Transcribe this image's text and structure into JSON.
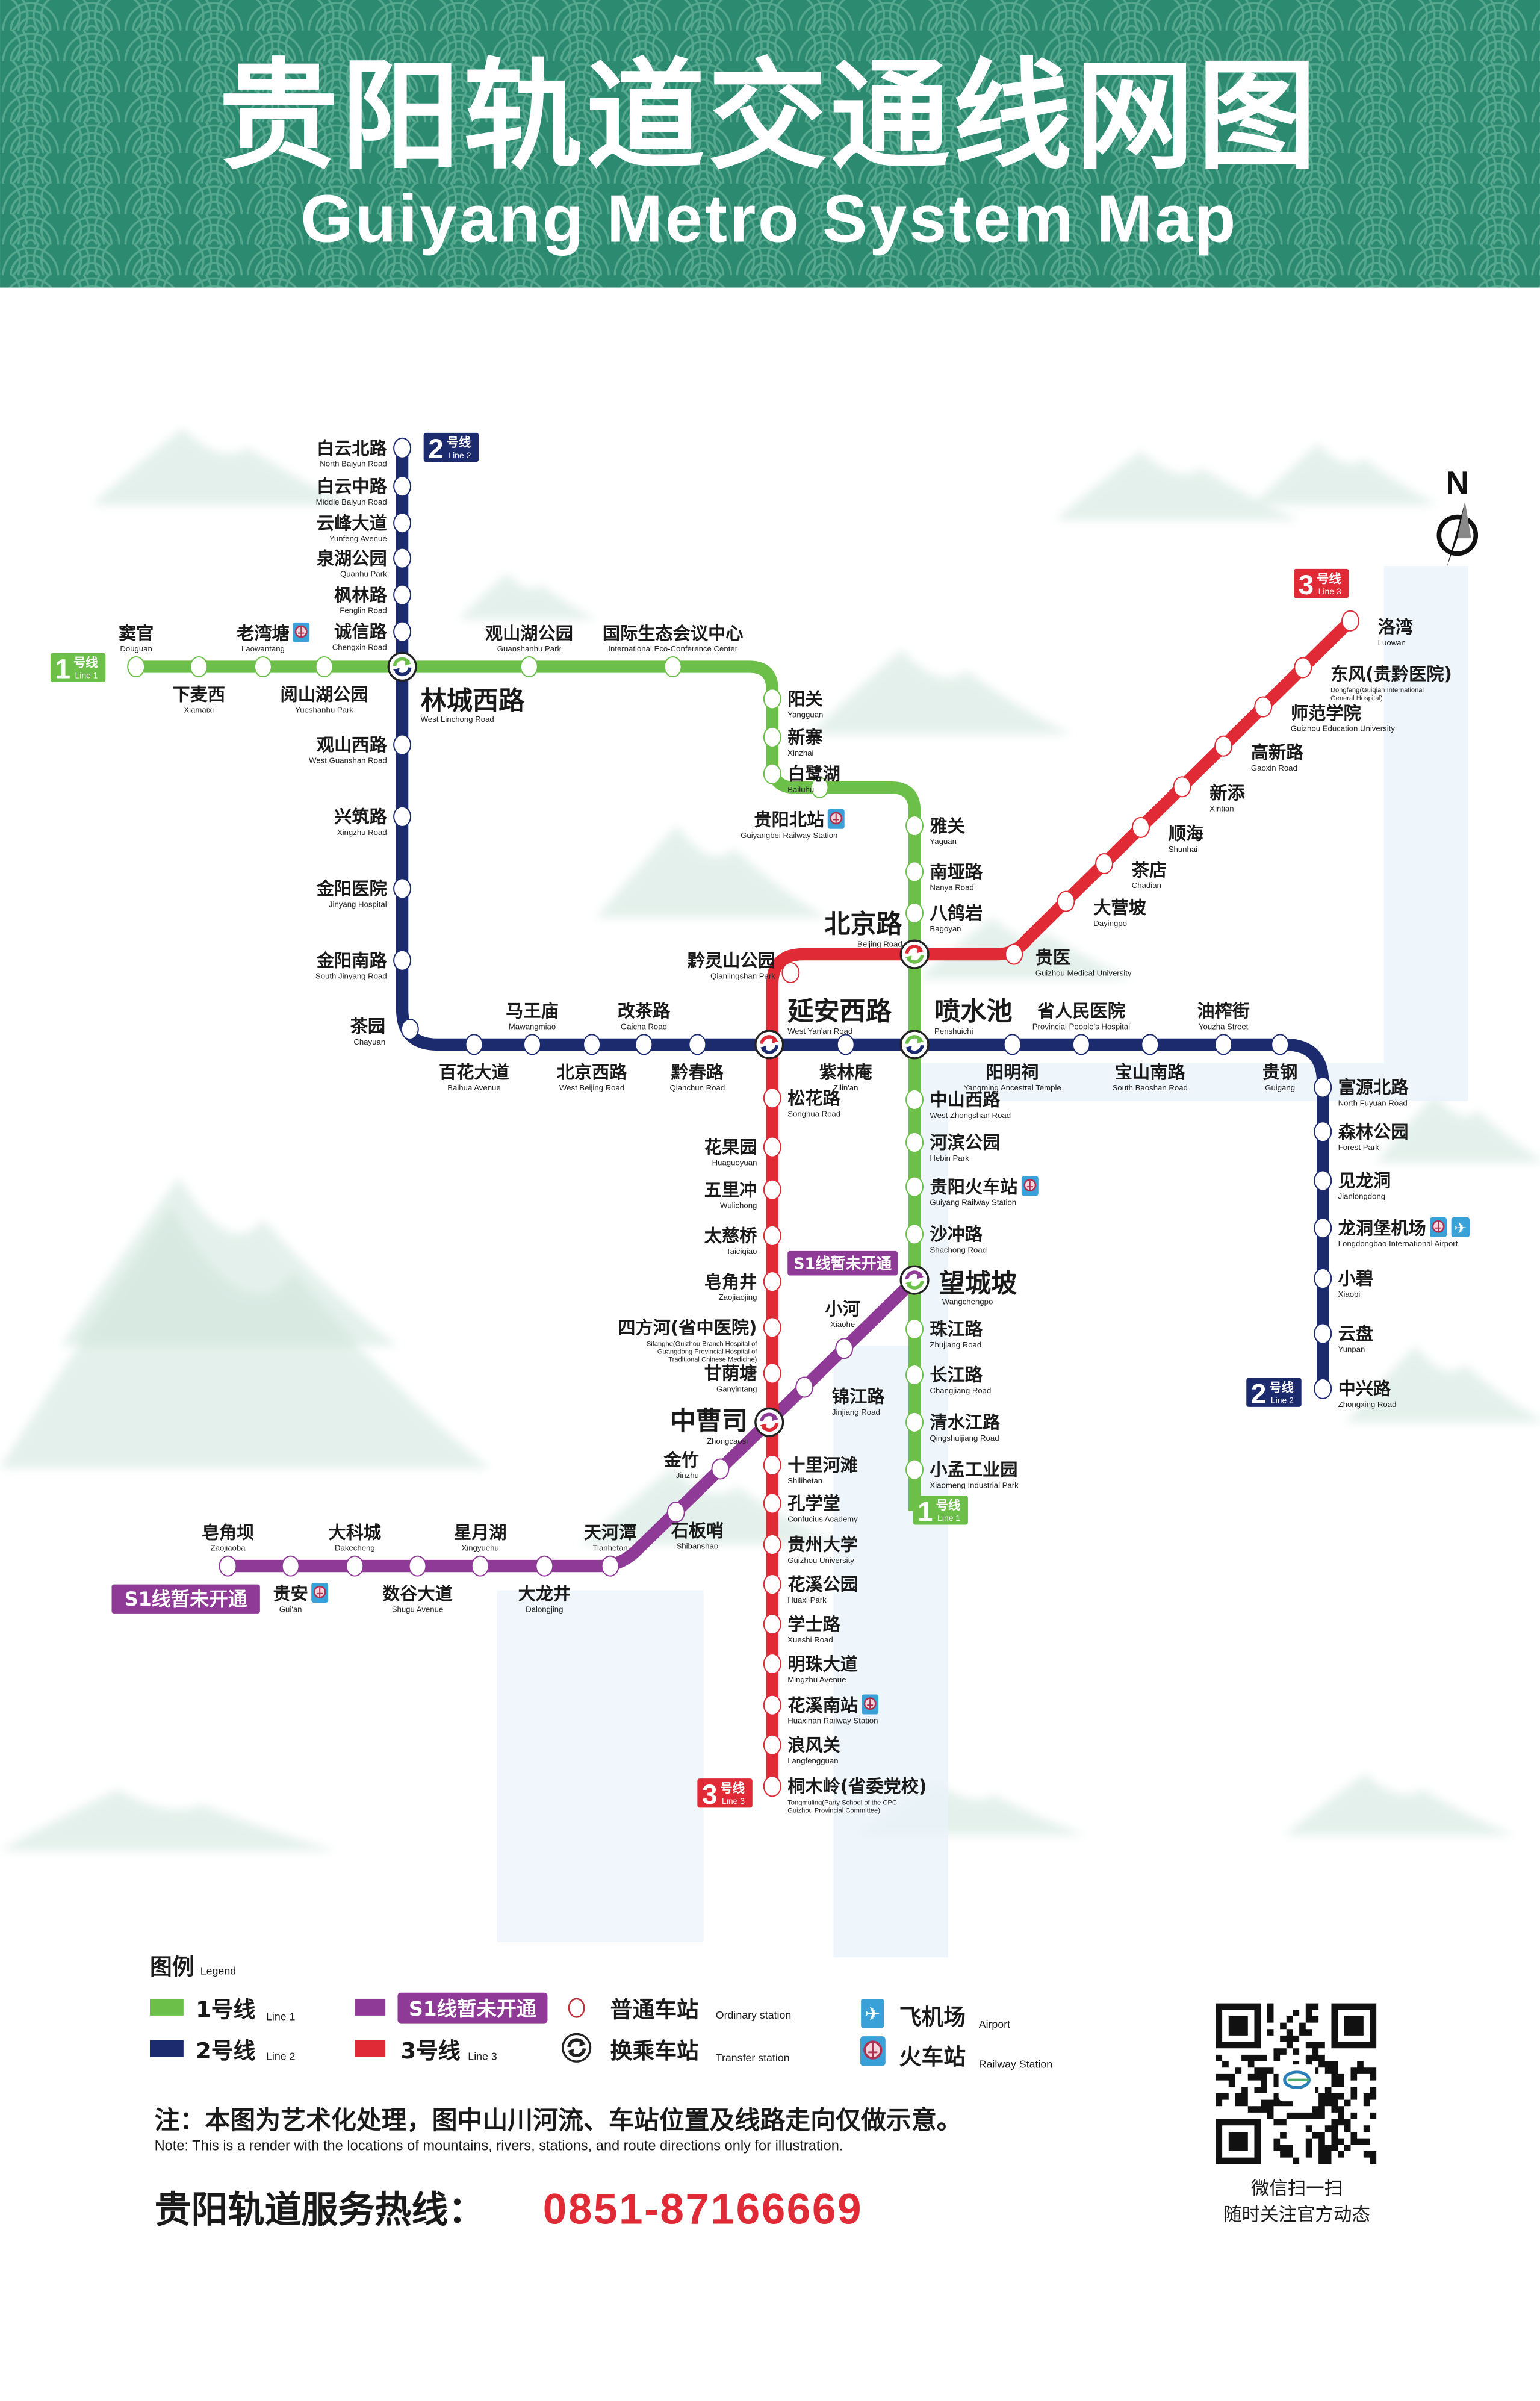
{
  "header": {
    "title": "贵阳轨道交通线网图",
    "subtitle": "Guiyang Metro System Map"
  },
  "compass": {
    "label": "N"
  },
  "colors": {
    "line1": "#6cc04a",
    "line2": "#1c2a6e",
    "line3": "#e02a36",
    "s1": "#8e3a96",
    "header_bg": "#2c8a70",
    "icon_blue": "#3aa0d8"
  },
  "lines": {
    "line1": {
      "badge_num": "1",
      "badge_zh": "号线",
      "badge_en": "Line 1",
      "stations": [
        {
          "zh": "窦官",
          "en": [
            "Douguan"
          ]
        },
        {
          "zh": "下麦西",
          "en": [
            "Xiamaixi"
          ]
        },
        {
          "zh": "老湾塘",
          "en": [
            "Laowantang"
          ],
          "rail": true
        },
        {
          "zh": "阅山湖公园",
          "en": [
            "Yueshanhu Park"
          ]
        },
        {
          "zh": "观山湖公园",
          "en": [
            "Guanshanhu Park"
          ]
        },
        {
          "zh": "国际生态会议中心",
          "en": [
            "International Eco-Conference Center"
          ]
        },
        {
          "zh": "阳关",
          "en": [
            "Yangguan"
          ]
        },
        {
          "zh": "新寨",
          "en": [
            "Xinzhai"
          ]
        },
        {
          "zh": "白鹭湖",
          "en": [
            "Bailuhu"
          ]
        },
        {
          "zh": "贵阳北站",
          "en": [
            "Guiyangbei Railway Station"
          ],
          "rail": true
        },
        {
          "zh": "雅关",
          "en": [
            "Yaguan"
          ]
        },
        {
          "zh": "南垭路",
          "en": [
            "Nanya Road"
          ]
        },
        {
          "zh": "八鸽岩",
          "en": [
            "Bagoyan"
          ]
        },
        {
          "zh": "中山西路",
          "en": [
            "West Zhongshan Road"
          ]
        },
        {
          "zh": "河滨公园",
          "en": [
            "Hebin Park"
          ]
        },
        {
          "zh": "贵阳火车站",
          "en": [
            "Guiyang Railway Station"
          ],
          "rail": true
        },
        {
          "zh": "沙冲路",
          "en": [
            "Shachong Road"
          ]
        },
        {
          "zh": "珠江路",
          "en": [
            "Zhujiang Road"
          ]
        },
        {
          "zh": "长江路",
          "en": [
            "Changjiang Road"
          ]
        },
        {
          "zh": "清水江路",
          "en": [
            "Qingshuijiang Road"
          ]
        },
        {
          "zh": "小孟工业园",
          "en": [
            "Xiaomeng Industrial Park"
          ]
        }
      ]
    },
    "line2": {
      "badge_num": "2",
      "badge_zh": "号线",
      "badge_en": "Line 2",
      "stations": [
        {
          "zh": "白云北路",
          "en": [
            "North Baiyun Road"
          ]
        },
        {
          "zh": "白云中路",
          "en": [
            "Middle Baiyun Road"
          ]
        },
        {
          "zh": "云峰大道",
          "en": [
            "Yunfeng Avenue"
          ]
        },
        {
          "zh": "泉湖公园",
          "en": [
            "Quanhu Park"
          ]
        },
        {
          "zh": "枫林路",
          "en": [
            "Fenglin Road"
          ]
        },
        {
          "zh": "诚信路",
          "en": [
            "Chengxin Road"
          ]
        },
        {
          "zh": "观山西路",
          "en": [
            "West Guanshan Road"
          ]
        },
        {
          "zh": "兴筑路",
          "en": [
            "Xingzhu Road"
          ]
        },
        {
          "zh": "金阳医院",
          "en": [
            "Jinyang Hospital"
          ]
        },
        {
          "zh": "金阳南路",
          "en": [
            "South Jinyang Road"
          ]
        },
        {
          "zh": "茶园",
          "en": [
            "Chayuan"
          ]
        },
        {
          "zh": "百花大道",
          "en": [
            "Baihua Avenue"
          ]
        },
        {
          "zh": "马王庙",
          "en": [
            "Mawangmiao"
          ]
        },
        {
          "zh": "北京西路",
          "en": [
            "West Beijing Road"
          ]
        },
        {
          "zh": "改茶路",
          "en": [
            "Gaicha Road"
          ]
        },
        {
          "zh": "黔春路",
          "en": [
            "Qianchun Road"
          ]
        },
        {
          "zh": "紫林庵",
          "en": [
            "Zilin'an"
          ]
        },
        {
          "zh": "阳明祠",
          "en": [
            "Yangming Ancestral Temple"
          ]
        },
        {
          "zh": "省人民医院",
          "en": [
            "Provincial People's Hospital"
          ]
        },
        {
          "zh": "宝山南路",
          "en": [
            "South Baoshan Road"
          ]
        },
        {
          "zh": "油榨街",
          "en": [
            "Youzha Street"
          ]
        },
        {
          "zh": "贵钢",
          "en": [
            "Guigang"
          ]
        },
        {
          "zh": "富源北路",
          "en": [
            "North Fuyuan Road"
          ]
        },
        {
          "zh": "森林公园",
          "en": [
            "Forest Park"
          ]
        },
        {
          "zh": "见龙洞",
          "en": [
            "Jianlongdong"
          ]
        },
        {
          "zh": "龙洞堡机场",
          "en": [
            "Longdongbao International Airport"
          ],
          "rail": true,
          "airport": true
        },
        {
          "zh": "小碧",
          "en": [
            "Xiaobi"
          ]
        },
        {
          "zh": "云盘",
          "en": [
            "Yunpan"
          ]
        },
        {
          "zh": "中兴路",
          "en": [
            "Zhongxing Road"
          ]
        }
      ]
    },
    "line3": {
      "badge_num": "3",
      "badge_zh": "号线",
      "badge_en": "Line 3",
      "stations": [
        {
          "zh": "洛湾",
          "en": [
            "Luowan"
          ]
        },
        {
          "zh": "东风(贵黔医院)",
          "en": [
            "Dongfeng(Guiqian International",
            "General Hospital)"
          ]
        },
        {
          "zh": "师范学院",
          "en": [
            "Guizhou Education University"
          ]
        },
        {
          "zh": "高新路",
          "en": [
            "Gaoxin Road"
          ]
        },
        {
          "zh": "新添",
          "en": [
            "Xintian"
          ]
        },
        {
          "zh": "顺海",
          "en": [
            "Shunhai"
          ]
        },
        {
          "zh": "茶店",
          "en": [
            "Chadian"
          ]
        },
        {
          "zh": "大营坡",
          "en": [
            "Dayingpo"
          ]
        },
        {
          "zh": "贵医",
          "en": [
            "Guizhou Medical University"
          ]
        },
        {
          "zh": "黔灵山公园",
          "en": [
            "Qianlingshan Park"
          ]
        },
        {
          "zh": "松花路",
          "en": [
            "Songhua Road"
          ]
        },
        {
          "zh": "花果园",
          "en": [
            "Huaguoyuan"
          ]
        },
        {
          "zh": "五里冲",
          "en": [
            "Wulichong"
          ]
        },
        {
          "zh": "太慈桥",
          "en": [
            "Taiciqiao"
          ]
        },
        {
          "zh": "皂角井",
          "en": [
            "Zaojiaojing"
          ]
        },
        {
          "zh": "四方河(省中医院)",
          "en": [
            "Sifanghe(Guizhou Branch Hospital of",
            "Guangdong Provincial Hospital of",
            "Traditional Chinese Medicine)"
          ]
        },
        {
          "zh": "甘荫塘",
          "en": [
            "Ganyintang"
          ]
        },
        {
          "zh": "十里河滩",
          "en": [
            "Shilihetan"
          ]
        },
        {
          "zh": "孔学堂",
          "en": [
            "Confucius Academy"
          ]
        },
        {
          "zh": "贵州大学",
          "en": [
            "Guizhou University"
          ]
        },
        {
          "zh": "花溪公园",
          "en": [
            "Huaxi Park"
          ]
        },
        {
          "zh": "学士路",
          "en": [
            "Xueshi Road"
          ]
        },
        {
          "zh": "明珠大道",
          "en": [
            "Mingzhu Avenue"
          ]
        },
        {
          "zh": "花溪南站",
          "en": [
            "Huaxinan Railway Station"
          ],
          "rail": true
        },
        {
          "zh": "浪风关",
          "en": [
            "Langfengguan"
          ]
        },
        {
          "zh": "桐木岭(省委党校)",
          "en": [
            "Tongmuling(Party School of the CPC",
            "Guizhou Provincial Committee)"
          ]
        }
      ]
    },
    "s1": {
      "badge_label": "S1线暂未开通",
      "stations": [
        {
          "zh": "小河",
          "en": [
            "Xiaohe"
          ]
        },
        {
          "zh": "锦江路",
          "en": [
            "Jinjiang Road"
          ]
        },
        {
          "zh": "金竹",
          "en": [
            "Jinzhu"
          ]
        },
        {
          "zh": "石板哨",
          "en": [
            "Shibanshao"
          ]
        },
        {
          "zh": "天河潭",
          "en": [
            "Tianhetan"
          ]
        },
        {
          "zh": "大龙井",
          "en": [
            "Dalongjing"
          ]
        },
        {
          "zh": "星月湖",
          "en": [
            "Xingyuehu"
          ]
        },
        {
          "zh": "数谷大道",
          "en": [
            "Shugu Avenue"
          ]
        },
        {
          "zh": "大科城",
          "en": [
            "Dakecheng"
          ]
        },
        {
          "zh": "贵安",
          "en": [
            "Gui'an"
          ],
          "rail": true
        },
        {
          "zh": "皂角坝",
          "en": [
            "Zaojiaoba"
          ]
        }
      ]
    }
  },
  "transfers": [
    {
      "zh": "林城西路",
      "en": "West Linchong Road",
      "lines": [
        "line1",
        "line2"
      ]
    },
    {
      "zh": "北京路",
      "en": "Beijing Road",
      "lines": [
        "line3",
        "line1"
      ]
    },
    {
      "zh": "延安西路",
      "en": "West Yan'an Road",
      "lines": [
        "line3",
        "line2"
      ]
    },
    {
      "zh": "喷水池",
      "en": "Penshuichi",
      "lines": [
        "line1",
        "line2"
      ]
    },
    {
      "zh": "望城坡",
      "en": "Wangchengpo",
      "lines": [
        "s1",
        "line1"
      ]
    },
    {
      "zh": "中曹司",
      "en": "Zhongcaosi",
      "lines": [
        "s1",
        "line3"
      ]
    }
  ],
  "legend": {
    "title": "图例",
    "title_en": "Legend",
    "line1_zh": "1号线",
    "line1_en": "Line 1",
    "line2_zh": "2号线",
    "line2_en": "Line 2",
    "s1_label": "S1线暂未开通",
    "line3_zh": "3号线",
    "line3_en": "Line 3",
    "ordinary_zh": "普通车站",
    "ordinary_en": "Ordinary station",
    "transfer_zh": "换乘车站",
    "transfer_en": "Transfer station",
    "airport_zh": "飞机场",
    "airport_en": "Airport",
    "railway_zh": "火车站",
    "railway_en": "Railway Station"
  },
  "note": {
    "zh": "注：本图为艺术化处理，图中山川河流、车站位置及线路走向仅做示意。",
    "en": "Note: This is a render with  the locations of mountains, rivers, stations, and route directions only for illustration."
  },
  "hotline": {
    "label": "贵阳轨道服务热线：",
    "number": "0851-87166669"
  },
  "qr": {
    "line1": "微信扫一扫",
    "line2": "随时关注官方动态"
  }
}
